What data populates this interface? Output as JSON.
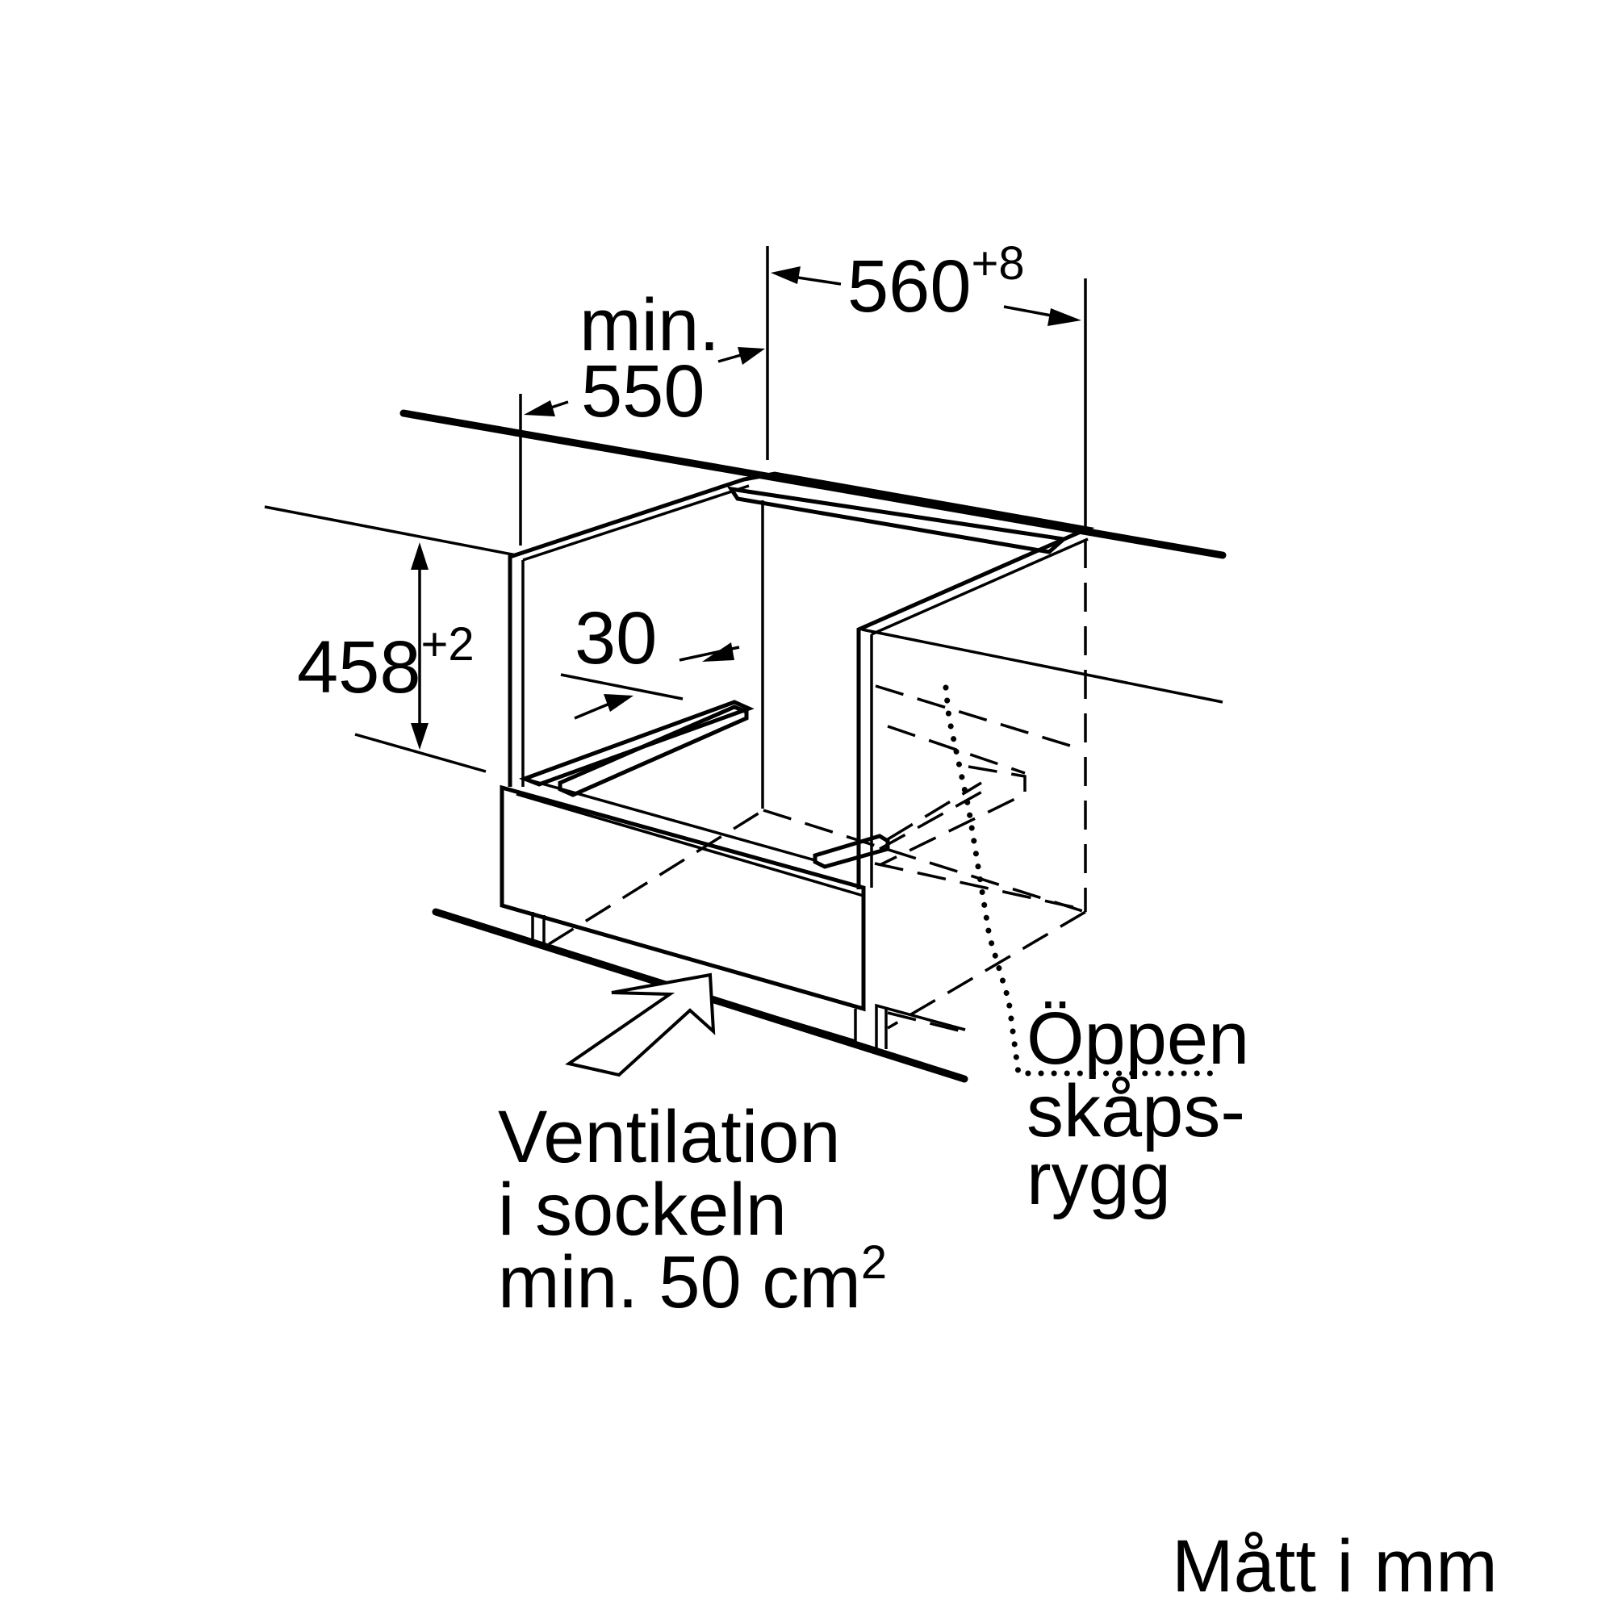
{
  "dimensions": {
    "width_main": "560",
    "width_tolerance": "+8",
    "depth_prefix": "min.",
    "depth_value": "550",
    "height_main": "458",
    "height_tolerance": "+2",
    "offset": "30"
  },
  "labels": {
    "ventilation_line1": "Ventilation",
    "ventilation_line2": "i sockeln",
    "ventilation_line3": "min. 50 cm",
    "ventilation_sup": "2",
    "open_back_line1": "Öppen",
    "open_back_line2": "skåps-",
    "open_back_line3": "rygg",
    "units": "Mått i mm"
  }
}
